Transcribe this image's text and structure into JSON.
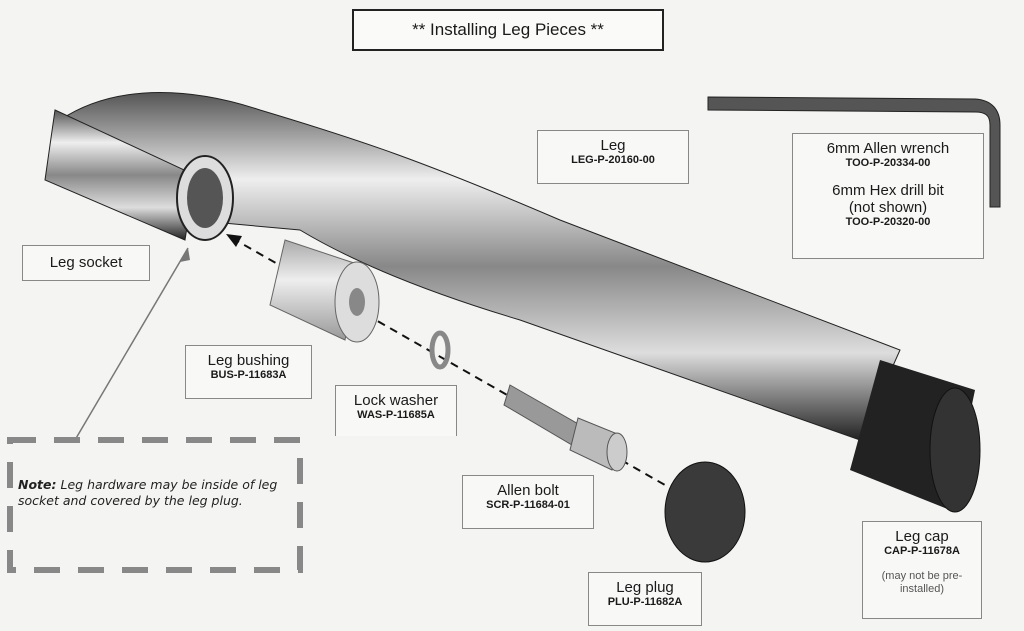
{
  "title": "** Installing Leg Pieces **",
  "labels": {
    "leg": {
      "name": "Leg",
      "part": "LEG-P-20160-00"
    },
    "wrench": {
      "name": "6mm Allen wrench",
      "part": "TOO-P-20334-00",
      "name2": "6mm Hex drill bit",
      "note2": "(not shown)",
      "part2": "TOO-P-20320-00"
    },
    "socket": {
      "name": "Leg socket"
    },
    "bushing": {
      "name": "Leg bushing",
      "part": "BUS-P-11683A"
    },
    "washer": {
      "name": "Lock washer",
      "part": "WAS-P-11685A"
    },
    "bolt": {
      "name": "Allen bolt",
      "part": "SCR-P-11684-01"
    },
    "plug": {
      "name": "Leg plug",
      "part": "PLU-P-11682A"
    },
    "cap": {
      "name": "Leg cap",
      "part": "CAP-P-11678A",
      "note": "(may not be pre-installed)"
    }
  },
  "note": {
    "label": "Note:",
    "text": "Leg hardware may be inside of leg socket and covered by the leg plug."
  }
}
